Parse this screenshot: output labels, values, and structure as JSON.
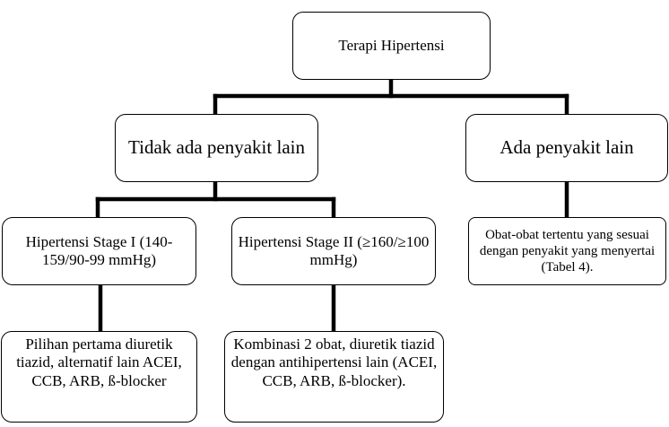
{
  "diagram": {
    "root": {
      "label": "Terapi Hipertensi"
    },
    "branches": [
      {
        "label": "Tidak ada penyakit lain"
      },
      {
        "label": "Ada penyakit lain"
      }
    ],
    "stages": [
      {
        "label": "Hipertensi Stage I (140-159/90-99 mmHg)"
      },
      {
        "label": "Hipertensi Stage II (≥160/≥100 mmHg)"
      }
    ],
    "treatments": [
      {
        "label": "Pilihan pertama diuretik tiazid, alternatif lain ACEI, CCB, ARB, ß-blocker"
      },
      {
        "label": "Kombinasi 2 obat, diuretik tiazid dengan antihipertensi lain (ACEI, CCB, ARB, ß-blocker)."
      },
      {
        "label": "Obat-obat tertentu yang sesuai dengan penyakit yang menyertai (Tabel 4)."
      }
    ],
    "colors": {
      "line": "#000000",
      "box_border": "#000000",
      "background": "#ffffff"
    }
  }
}
